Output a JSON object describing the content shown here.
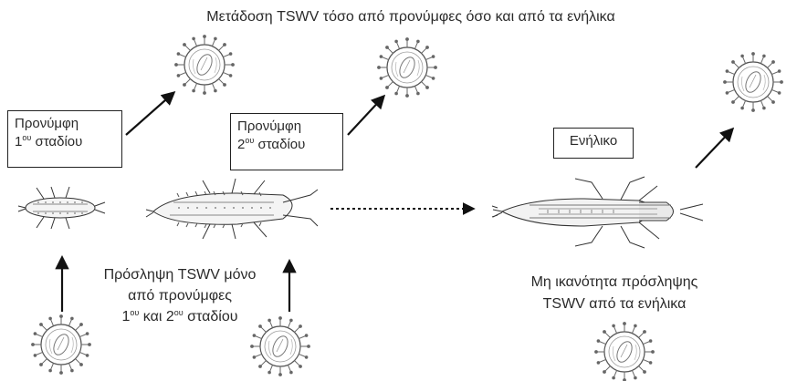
{
  "title": "Μετάδοση TSWV τόσο από  προνύμφες όσο και από τα ενήλικα",
  "boxes": {
    "larva1": {
      "line1": "Προνύμφη",
      "line2_sup": "ου",
      "line2_num": "1",
      "line2_text": "σταδίου"
    },
    "larva2": {
      "line1": "Προνύμφη",
      "line2_sup": "ου",
      "line2_num": "2",
      "line2_text": "σταδίου"
    },
    "adult": {
      "label": "Ενήλικο"
    }
  },
  "acquisition_larvae": {
    "line1": "Πρόσληψη TSWV μόνο",
    "line2": "από  προνύμφες",
    "line3_num1": "1",
    "line3_sup1": "ου",
    "line3_mid": " και 2",
    "line3_sup2": "ου",
    "line3_text": " σταδίου"
  },
  "adult_note": {
    "line1": "Μη ικανότητα πρόσληψης",
    "line2": "TSWV από τα ενήλικα"
  },
  "icons": [
    "virus-icon",
    "thrips-larva-icon",
    "thrips-adult-icon",
    "arrow-icon"
  ]
}
